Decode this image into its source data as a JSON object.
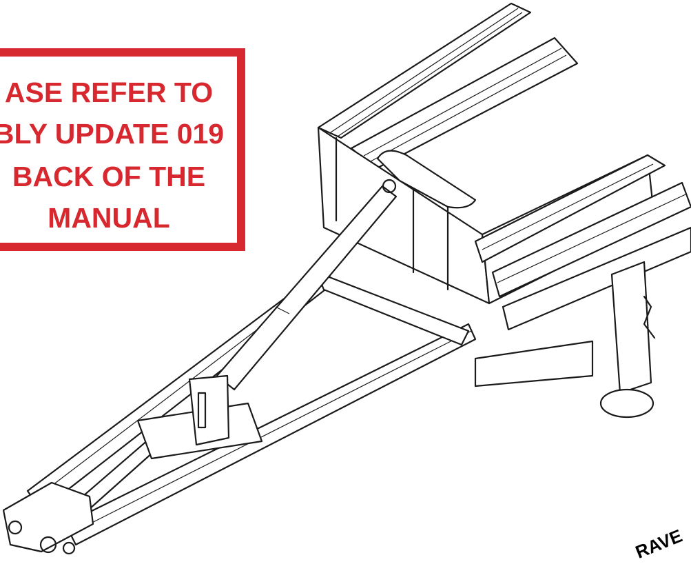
{
  "notice": {
    "lines": [
      "ASE REFER TO",
      "BLY UPDATE 019",
      "BACK OF THE",
      "MANUAL"
    ],
    "color": "#d7282f"
  },
  "corner_text": "RAVE"
}
